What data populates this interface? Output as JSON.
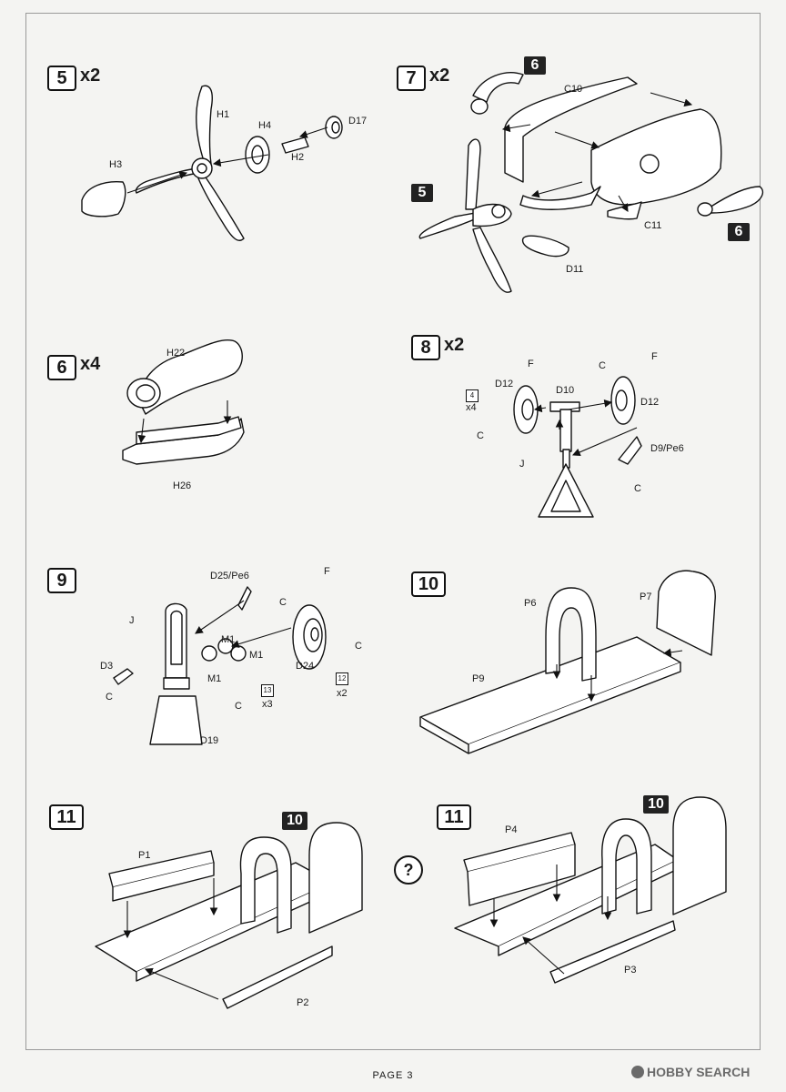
{
  "page": {
    "footer": "PAGE 3"
  },
  "watermark": {
    "text": "HOBBY SEARCH"
  },
  "steps": {
    "s5": {
      "number": "5",
      "mult": "x2",
      "parts": {
        "h1": "H1",
        "h3": "H3",
        "h4": "H4",
        "h2": "H2",
        "d17": "D17"
      }
    },
    "s7": {
      "number": "7",
      "mult": "x2",
      "refs": {
        "r6a": "6",
        "r5": "5",
        "r6b": "6"
      },
      "parts": {
        "c10": "C10",
        "c11": "C11",
        "d11": "D11"
      }
    },
    "s6": {
      "number": "6",
      "mult": "x4",
      "parts": {
        "h22": "H22",
        "h26": "H26"
      }
    },
    "s8": {
      "number": "8",
      "mult": "x2",
      "parts": {
        "d12a": "D12",
        "d10": "D10",
        "d12b": "D12",
        "d9": "D9/Pe6"
      },
      "colors": {
        "f1": "F",
        "c1": "C",
        "f2": "F",
        "c2": "C",
        "j": "J",
        "c3": "C",
        "c4": "C"
      },
      "decal": {
        "num": "4",
        "mult": "x4"
      }
    },
    "s9": {
      "number": "9",
      "parts": {
        "d25": "D25/Pe6",
        "m1a": "M1",
        "m1b": "M1",
        "m1c": "M1",
        "d3": "D3",
        "d19": "D19",
        "d24": "D24"
      },
      "colors": {
        "f": "F",
        "c1": "C",
        "j": "J",
        "c2": "C",
        "c3": "C",
        "c4": "C"
      },
      "decals": {
        "a_num": "13",
        "a_mult": "x3",
        "b_num": "12",
        "b_mult": "x2"
      }
    },
    "s10": {
      "number": "10",
      "parts": {
        "p6": "P6",
        "p7": "P7",
        "p9": "P9"
      }
    },
    "s11a": {
      "number": "11",
      "ref": "10",
      "parts": {
        "p1": "P1",
        "p2": "P2"
      }
    },
    "q": {
      "symbol": "?"
    },
    "s11b": {
      "number": "11",
      "ref": "10",
      "parts": {
        "p4": "P4",
        "p3": "P3"
      }
    }
  }
}
